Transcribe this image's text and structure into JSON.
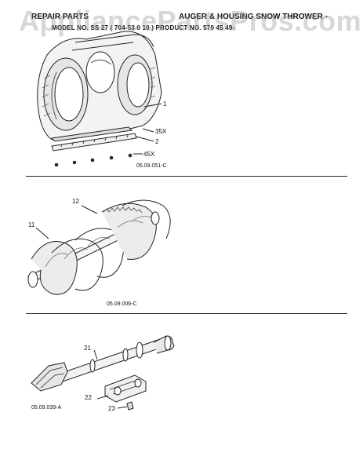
{
  "header": {
    "left": "REPAIR PARTS",
    "right": "AUGER & HOUSING   SNOW THROWER -",
    "subtitle": "MODEL NO. SS 27 ( 704-53 0 10 )  PRODUCT NO. 570 45 49-"
  },
  "watermark": "AppliancePartsPros.com",
  "sections": [
    {
      "code": "05.09.051-C",
      "callouts": [
        "1",
        "35X",
        "2",
        "45X"
      ]
    },
    {
      "code": "05.09.006-C",
      "callouts": [
        "12",
        "11"
      ]
    },
    {
      "code": "05.09.039-A",
      "callouts": [
        "21",
        "22",
        "23"
      ]
    }
  ]
}
